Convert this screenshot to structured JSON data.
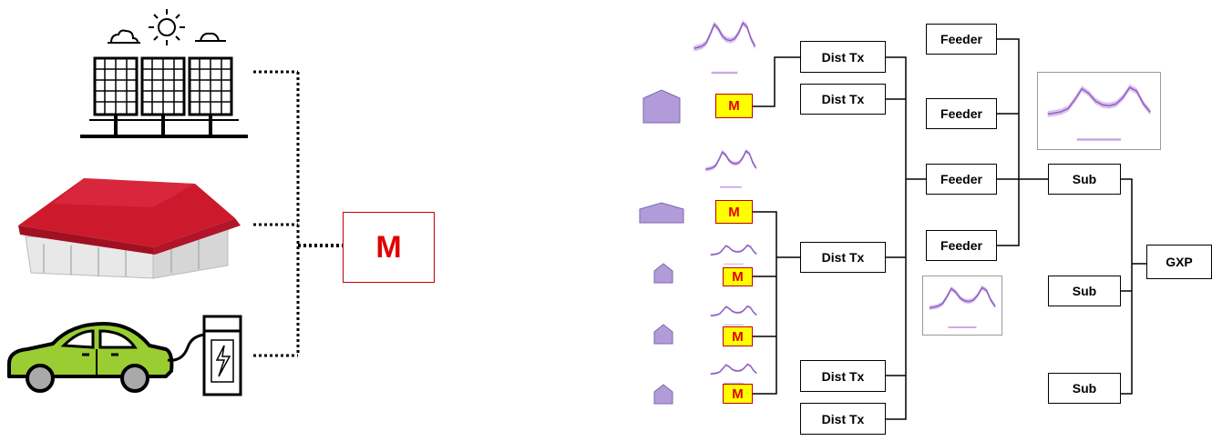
{
  "left_meter": {
    "label": "M"
  },
  "meters": [
    {
      "id": "m1",
      "label": "M"
    },
    {
      "id": "m2",
      "label": "M"
    },
    {
      "id": "m3",
      "label": "M"
    },
    {
      "id": "m4",
      "label": "M"
    },
    {
      "id": "m5",
      "label": "M"
    }
  ],
  "dist_tx": [
    {
      "id": "dt1",
      "label": "Dist Tx"
    },
    {
      "id": "dt2",
      "label": "Dist Tx"
    },
    {
      "id": "dt3",
      "label": "Dist Tx"
    },
    {
      "id": "dt4",
      "label": "Dist Tx"
    },
    {
      "id": "dt5",
      "label": "Dist Tx"
    }
  ],
  "feeders": [
    {
      "id": "f1",
      "label": "Feeder"
    },
    {
      "id": "f2",
      "label": "Feeder"
    },
    {
      "id": "f3",
      "label": "Feeder"
    },
    {
      "id": "f4",
      "label": "Feeder"
    }
  ],
  "subs": [
    {
      "id": "s1",
      "label": "Sub"
    },
    {
      "id": "s2",
      "label": "Sub"
    },
    {
      "id": "s3",
      "label": "Sub"
    }
  ],
  "gxp": {
    "label": "GXP"
  },
  "colors": {
    "meter_fill": "#ffff00",
    "meter_text": "#e00000",
    "house_fill": "#b19cd9",
    "profile_line": "#8e5fbf",
    "profile_band": "#c9a8e8",
    "roof_red": "#cc1a2c",
    "car_green": "#9acd32"
  },
  "icons": [
    "solar-panel-icon",
    "sun-icon",
    "cloud-icon",
    "house-photo-icon",
    "electric-car-icon",
    "charger-icon"
  ]
}
